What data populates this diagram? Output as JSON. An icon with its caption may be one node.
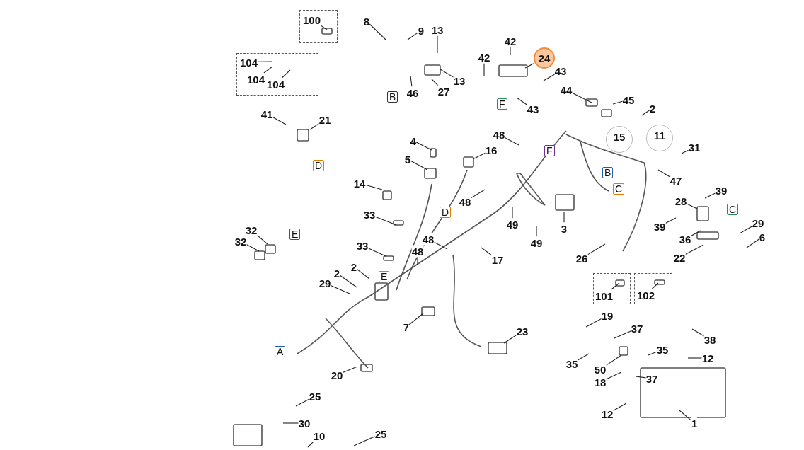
{
  "diagram": {
    "nodes": [
      {
        "text": [],
        "shape": "box"
      },
      {
        "text": [
          "100"
        ],
        "in": 0
      },
      {
        "text": [],
        "shape": "box"
      },
      {
        "text": [
          "104"
        ],
        "in": 2
      },
      {
        "text": [
          "104"
        ],
        "in": 2
      },
      {
        "text": [
          "104"
        ],
        "in": 2
      },
      {
        "text": [
          "8"
        ]
      },
      {
        "text": [
          "9"
        ]
      },
      {
        "text": [
          "13"
        ]
      },
      {
        "text": [
          "42"
        ]
      },
      {
        "text": [
          "24"
        ]
      },
      {
        "text": [
          "43"
        ]
      },
      {
        "text": [
          "42"
        ]
      },
      {
        "text": [
          "13"
        ]
      },
      {
        "text": [
          "46"
        ]
      },
      {
        "text": [
          "27"
        ]
      },
      {
        "text": [
          "44"
        ]
      },
      {
        "text": [
          "43"
        ]
      },
      {
        "text": [
          "45"
        ]
      },
      {
        "text": [
          "2"
        ]
      },
      {
        "text": [
          "41"
        ]
      },
      {
        "text": [
          "21"
        ]
      },
      {
        "text": [
          "15"
        ]
      },
      {
        "text": [
          "11"
        ]
      },
      {
        "text": [
          "48"
        ]
      },
      {
        "text": [
          "4"
        ]
      },
      {
        "text": [
          "16"
        ]
      },
      {
        "text": [
          "31"
        ]
      },
      {
        "text": [
          "5"
        ]
      },
      {
        "text": [
          "47"
        ]
      },
      {
        "text": [
          "14"
        ]
      },
      {
        "text": [
          "48"
        ]
      },
      {
        "text": [
          "28"
        ]
      },
      {
        "text": [
          "39"
        ]
      },
      {
        "text": [
          "33"
        ]
      },
      {
        "text": [
          "49"
        ]
      },
      {
        "text": [
          "3"
        ]
      },
      {
        "text": [
          "39"
        ]
      },
      {
        "text": [
          "29"
        ]
      },
      {
        "text": [
          "32"
        ]
      },
      {
        "text": [
          "32"
        ]
      },
      {
        "text": [
          "6"
        ]
      },
      {
        "text": [
          "36"
        ]
      },
      {
        "text": [
          "48"
        ]
      },
      {
        "text": [
          "49"
        ]
      },
      {
        "text": [
          "17"
        ]
      },
      {
        "text": [
          "33"
        ]
      },
      {
        "text": [
          "48"
        ]
      },
      {
        "text": [
          "22"
        ]
      },
      {
        "text": [
          "26"
        ]
      },
      {
        "text": [
          "2"
        ]
      },
      {
        "text": [
          "2"
        ]
      },
      {
        "text": [
          "29"
        ]
      },
      {
        "text": [
          "7"
        ]
      },
      {
        "text": [
          "23"
        ]
      },
      {
        "text": [],
        "shape": "box"
      },
      {
        "text": [
          "101"
        ],
        "in": 55
      },
      {
        "text": [],
        "shape": "box"
      },
      {
        "text": [
          "102"
        ],
        "in": 57
      },
      {
        "text": [
          "19"
        ]
      },
      {
        "text": [
          "37"
        ]
      },
      {
        "text": [
          "35"
        ]
      },
      {
        "text": [
          "50"
        ]
      },
      {
        "text": [
          "35"
        ]
      },
      {
        "text": [
          "12"
        ]
      },
      {
        "text": [
          "18"
        ]
      },
      {
        "text": [
          "37"
        ]
      },
      {
        "text": [
          "20"
        ]
      },
      {
        "text": [
          "38"
        ]
      },
      {
        "text": [
          "12"
        ]
      },
      {
        "text": [
          "1"
        ]
      },
      {
        "text": [
          "25"
        ]
      },
      {
        "text": [
          "30"
        ]
      },
      {
        "text": [
          "10"
        ]
      },
      {
        "text": [
          "25"
        ]
      }
    ],
    "edges": [
      {
        "from": 1,
        "to": null,
        "arrow": "none"
      },
      {
        "from": 3,
        "to": null,
        "arrow": "none"
      },
      {
        "from": 4,
        "to": null,
        "arrow": "none"
      },
      {
        "from": 5,
        "to": null,
        "arrow": "none"
      },
      {
        "from": 6,
        "to": null,
        "arrow": "none"
      },
      {
        "from": 7,
        "to": null,
        "arrow": "none"
      },
      {
        "from": 8,
        "to": null,
        "arrow": "none"
      },
      {
        "from": 9,
        "to": null,
        "arrow": "none"
      },
      {
        "from": 10,
        "to": null,
        "arrow": "none"
      },
      {
        "from": 11,
        "to": null,
        "arrow": "none"
      },
      {
        "from": 12,
        "to": null,
        "arrow": "none"
      },
      {
        "from": 13,
        "to": null,
        "arrow": "none"
      },
      {
        "from": 14,
        "to": null,
        "arrow": "none"
      },
      {
        "from": 15,
        "to": null,
        "arrow": "none"
      },
      {
        "from": 16,
        "to": null,
        "arrow": "none"
      },
      {
        "from": 17,
        "to": null,
        "arrow": "none"
      },
      {
        "from": 18,
        "to": null,
        "arrow": "none"
      },
      {
        "from": 19,
        "to": null,
        "arrow": "none"
      },
      {
        "from": 20,
        "to": null,
        "arrow": "none"
      },
      {
        "from": 21,
        "to": null,
        "arrow": "none"
      },
      {
        "from": 24,
        "to": null,
        "arrow": "none"
      },
      {
        "from": 25,
        "to": null,
        "arrow": "none"
      },
      {
        "from": 26,
        "to": null,
        "arrow": "none"
      },
      {
        "from": 27,
        "to": null,
        "arrow": "none"
      },
      {
        "from": 28,
        "to": null,
        "arrow": "none"
      },
      {
        "from": 29,
        "to": null,
        "arrow": "none"
      },
      {
        "from": 30,
        "to": null,
        "arrow": "none"
      },
      {
        "from": 31,
        "to": null,
        "arrow": "none"
      },
      {
        "from": 32,
        "to": null,
        "arrow": "none"
      },
      {
        "from": 33,
        "to": null,
        "arrow": "none"
      },
      {
        "from": 34,
        "to": null,
        "arrow": "none"
      },
      {
        "from": 35,
        "to": null,
        "arrow": "none"
      },
      {
        "from": 36,
        "to": null,
        "arrow": "none"
      },
      {
        "from": 37,
        "to": null,
        "arrow": "none"
      },
      {
        "from": 38,
        "to": null,
        "arrow": "none"
      },
      {
        "from": 39,
        "to": null,
        "arrow": "none"
      },
      {
        "from": 40,
        "to": null,
        "arrow": "none"
      },
      {
        "from": 41,
        "to": null,
        "arrow": "none"
      },
      {
        "from": 42,
        "to": null,
        "arrow": "none"
      },
      {
        "from": 43,
        "to": null,
        "arrow": "none"
      },
      {
        "from": 44,
        "to": null,
        "arrow": "none"
      },
      {
        "from": 45,
        "to": null,
        "arrow": "none"
      },
      {
        "from": 46,
        "to": null,
        "arrow": "none"
      },
      {
        "from": 47,
        "to": null,
        "arrow": "none"
      },
      {
        "from": 48,
        "to": null,
        "arrow": "none"
      },
      {
        "from": 49,
        "to": null,
        "arrow": "none"
      },
      {
        "from": 50,
        "to": null,
        "arrow": "none"
      },
      {
        "from": 51,
        "to": null,
        "arrow": "none"
      },
      {
        "from": 52,
        "to": null,
        "arrow": "none"
      },
      {
        "from": 53,
        "to": null,
        "arrow": "none"
      },
      {
        "from": 54,
        "to": null,
        "arrow": "none"
      },
      {
        "from": 56,
        "to": null,
        "arrow": "none"
      },
      {
        "from": 58,
        "to": null,
        "arrow": "none"
      },
      {
        "from": 59,
        "to": null,
        "arrow": "none"
      },
      {
        "from": 60,
        "to": null,
        "arrow": "none"
      },
      {
        "from": 61,
        "to": null,
        "arrow": "none"
      },
      {
        "from": 62,
        "to": null,
        "arrow": "none"
      },
      {
        "from": 63,
        "to": null,
        "arrow": "none"
      },
      {
        "from": 64,
        "to": null,
        "arrow": "none"
      },
      {
        "from": 65,
        "to": null,
        "arrow": "none"
      },
      {
        "from": 66,
        "to": null,
        "arrow": "none"
      },
      {
        "from": 67,
        "to": null,
        "arrow": "none"
      },
      {
        "from": 68,
        "to": null,
        "arrow": "none"
      },
      {
        "from": 69,
        "to": null,
        "arrow": "none"
      },
      {
        "from": 70,
        "to": null,
        "arrow": "none"
      },
      {
        "from": 71,
        "to": null,
        "arrow": "none"
      },
      {
        "from": 72,
        "to": null,
        "arrow": "none"
      },
      {
        "from": 73,
        "to": null,
        "arrow": "none"
      },
      {
        "from": 74,
        "to": null,
        "arrow": "none"
      }
    ],
    "labels": [
      "B",
      "F",
      "D",
      "F",
      "B",
      "C",
      "D",
      "C",
      "E",
      "E",
      "A"
    ]
  }
}
